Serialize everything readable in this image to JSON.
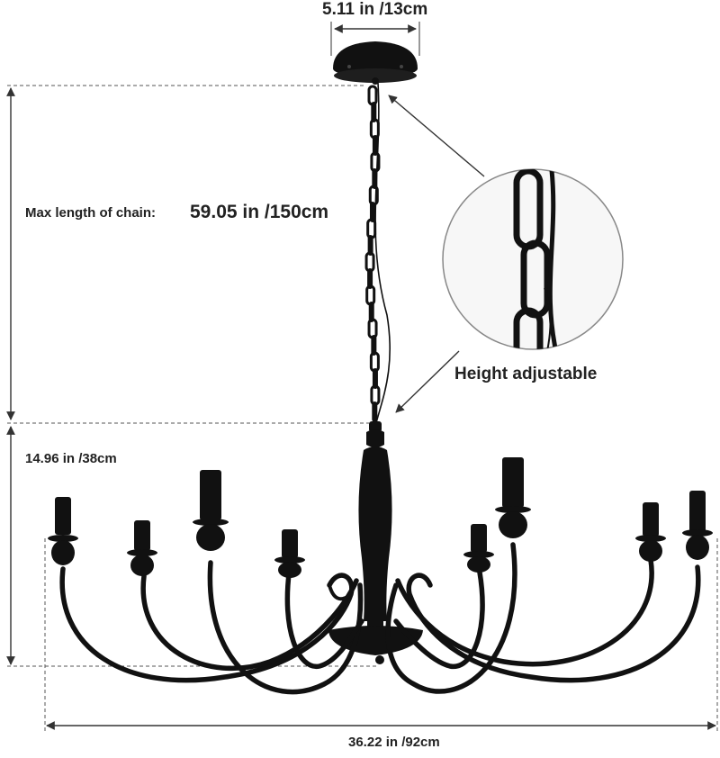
{
  "dimensions": {
    "canopy_width": "5.11 in /13cm",
    "chain_label_prefix": "Max length of chain:",
    "chain_length": "59.05 in /150cm",
    "body_height": "14.96 in /38cm",
    "overall_width": "36.22 in /92cm"
  },
  "callout": {
    "text": "Height adjustable"
  },
  "colors": {
    "fixture": "#111111",
    "dimension_line": "#333333",
    "guide_dashed": "#555555"
  }
}
